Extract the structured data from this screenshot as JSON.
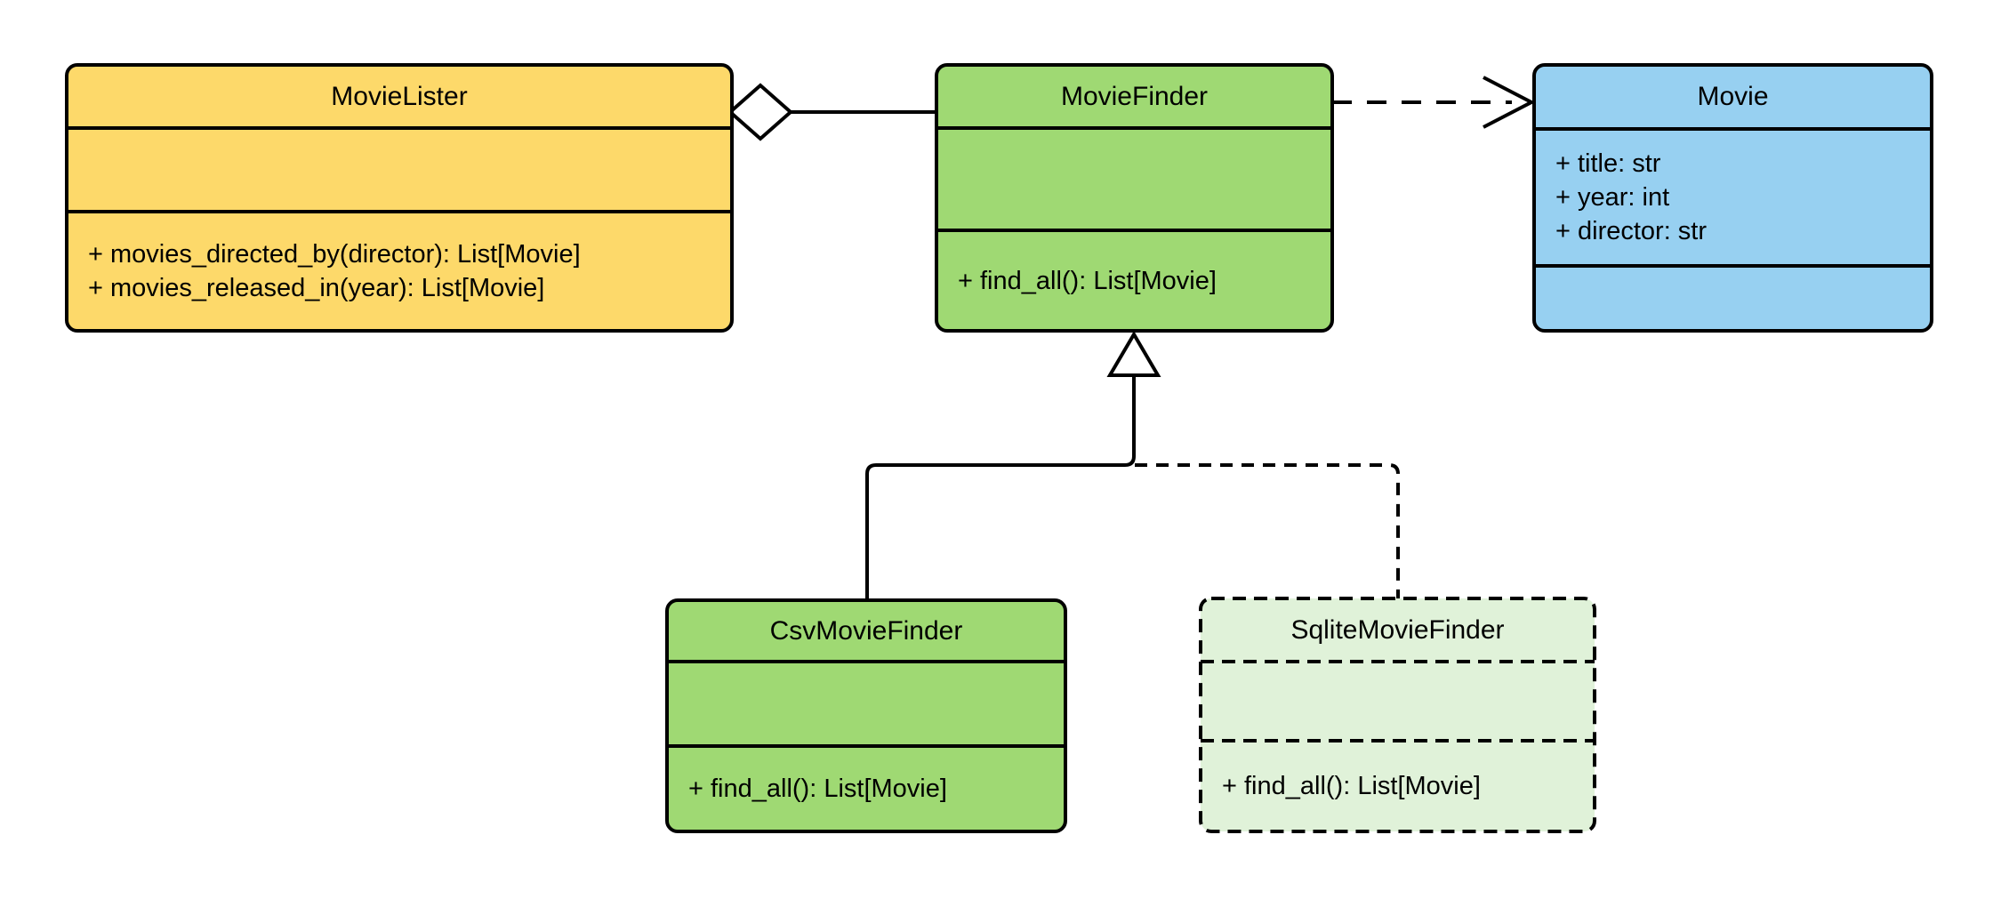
{
  "diagram": {
    "kind": "uml-class-diagram",
    "background": "#ffffff",
    "stroke_color": "#000000",
    "marker_fill": "#ffffff"
  },
  "classes": {
    "movie_lister": {
      "title": "MovieLister",
      "fill": "#FDD96A",
      "border": "solid",
      "attributes": [],
      "methods": [
        "+ movies_directed_by(director): List[Movie]",
        "+ movies_released_in(year): List[Movie]"
      ]
    },
    "movie_finder": {
      "title": "MovieFinder",
      "fill": "#9FD973",
      "border": "solid",
      "attributes": [],
      "methods": [
        "+ find_all(): List[Movie]"
      ]
    },
    "movie": {
      "title": "Movie",
      "fill": "#97D0F1",
      "border": "solid",
      "attributes": [
        "+ title: str",
        "+ year: int",
        "+ director: str"
      ],
      "methods": []
    },
    "csv_movie_finder": {
      "title": "CsvMovieFinder",
      "fill": "#9FD973",
      "border": "solid",
      "attributes": [],
      "methods": [
        "+ find_all(): List[Movie]"
      ]
    },
    "sqlite_movie_finder": {
      "title": "SqliteMovieFinder",
      "fill": "#E0F2D9",
      "border": "dashed",
      "attributes": [],
      "methods": [
        "+ find_all(): List[Movie]"
      ]
    }
  },
  "relationships": [
    {
      "type": "aggregation",
      "from": "MovieLister",
      "to": "MovieFinder",
      "line": "solid",
      "marker": "hollow-diamond at MovieLister"
    },
    {
      "type": "dependency",
      "from": "MovieFinder",
      "to": "Movie",
      "line": "dashed",
      "marker": "open-arrow at Movie"
    },
    {
      "type": "generalization",
      "from": "CsvMovieFinder",
      "to": "MovieFinder",
      "line": "solid",
      "marker": "hollow-triangle at MovieFinder"
    },
    {
      "type": "generalization",
      "from": "SqliteMovieFinder",
      "to": "MovieFinder",
      "line": "dashed",
      "marker": "hollow-triangle at MovieFinder"
    }
  ]
}
